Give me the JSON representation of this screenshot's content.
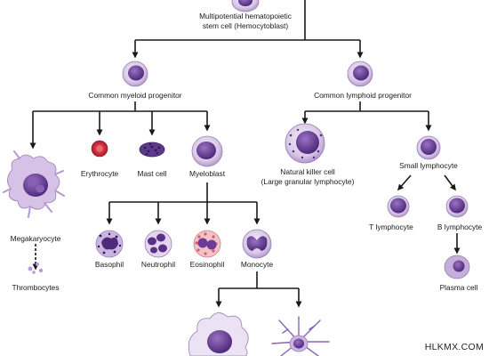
{
  "labels": {
    "stem_cell_line1": "Multipotential hematopoietic",
    "stem_cell_line2": "stem cell (Hemocytoblast)",
    "myeloid_progenitor": "Common myeloid progenitor",
    "lymphoid_progenitor": "Common lymphoid progenitor",
    "erythrocyte": "Erythrocyte",
    "mast_cell": "Mast cell",
    "myeloblast": "Myeloblast",
    "megakaryocyte": "Megakaryocyte",
    "thrombocytes": "Thrombocytes",
    "nk_cell_line1": "Natural killer cell",
    "nk_cell_line2": "(Large granular lymphocyte)",
    "small_lymphocyte": "Small lymphocyte",
    "t_lymphocyte": "T lymphocyte",
    "b_lymphocyte": "B lymphocyte",
    "plasma_cell": "Plasma cell",
    "basophil": "Basophil",
    "neutrophil": "Neutrophil",
    "eosinophil": "Eosinophil",
    "monocyte": "Monocyte"
  },
  "watermark": "HLKMX.COM",
  "colors": {
    "cell_membrane": "#c9b6dc",
    "cell_nucleus": "#6a3c98",
    "erythrocyte": "#d4313f",
    "eosinophil_granules": "#e8707a",
    "connector_lines": "#1a1a1a"
  }
}
